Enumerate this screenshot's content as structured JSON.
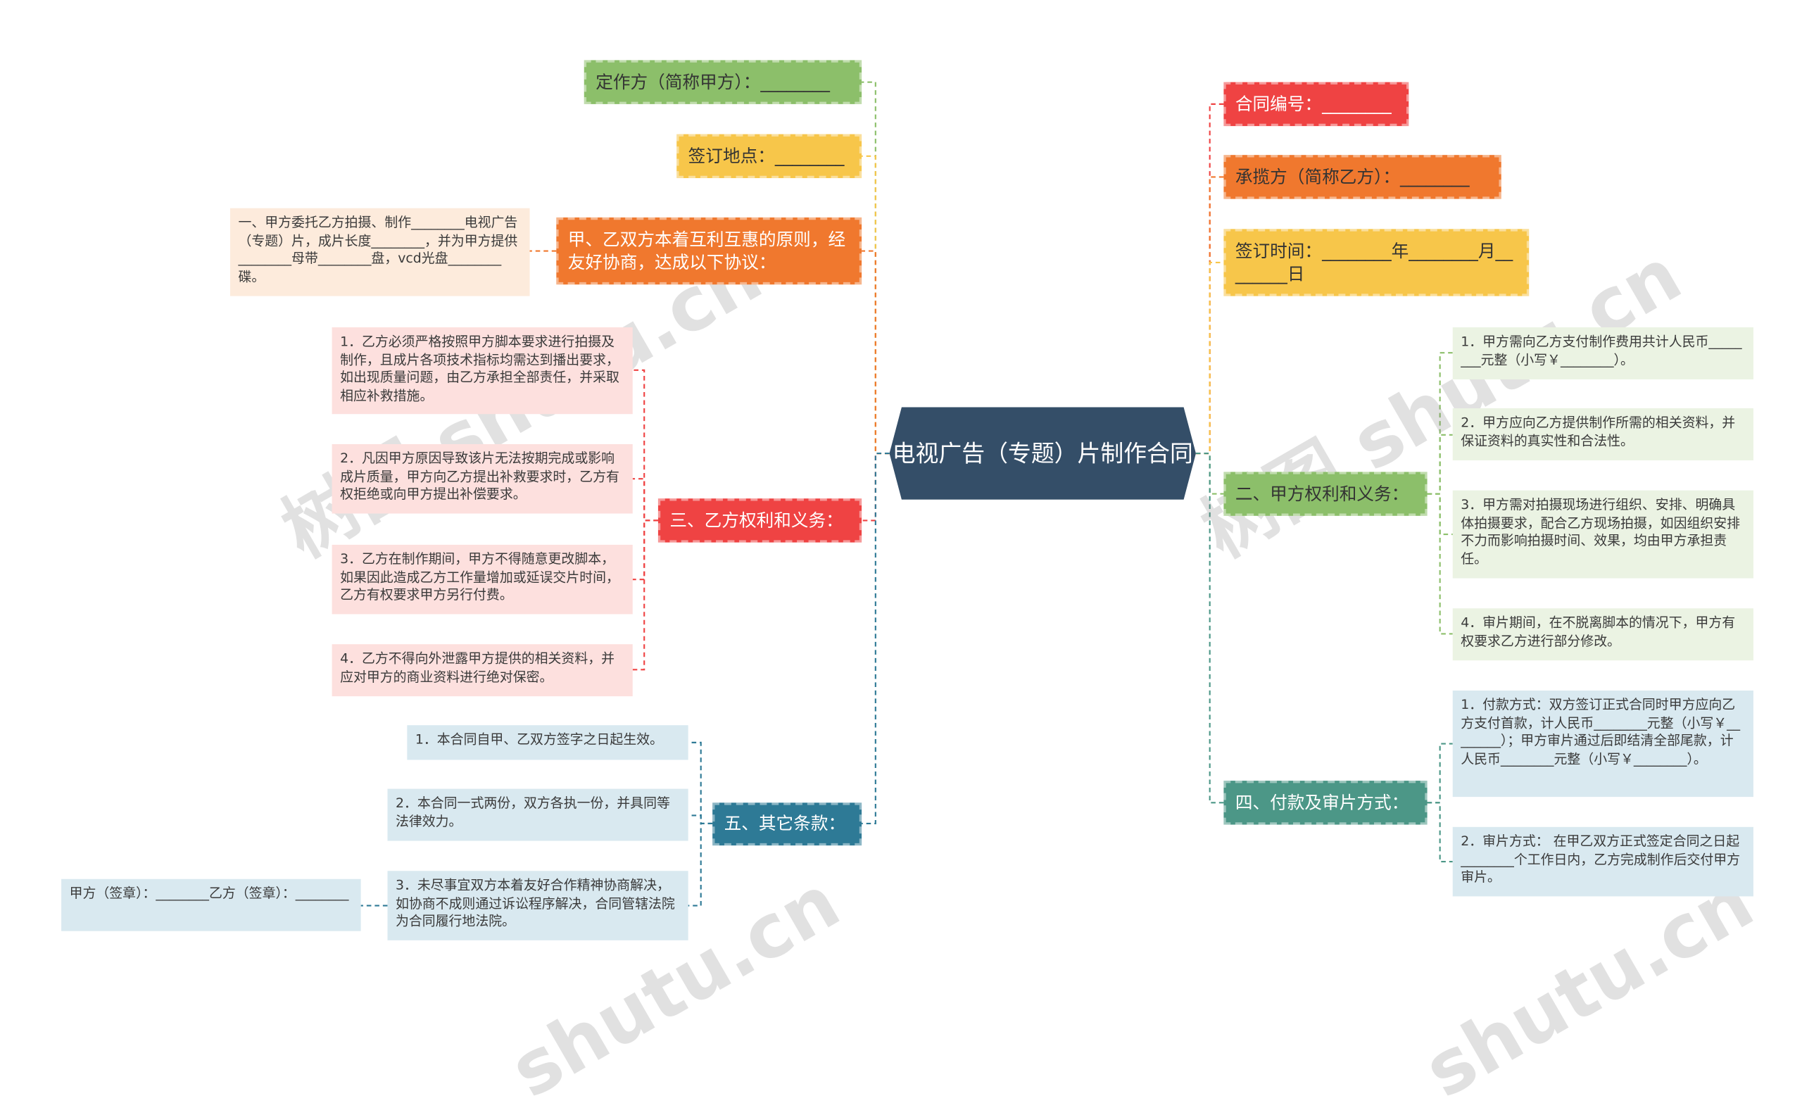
{
  "center": {
    "title": "电视广告（专题）片制作合同"
  },
  "left": {
    "dingzuofang": "定作方（简称甲方）：________",
    "qianding_didian": "签订地点：________",
    "yuanze": "甲、乙双方本着互利互惠的原则，经友好协商，达成以下协议：",
    "yuanze_detail": "一、甲方委托乙方拍摄、制作________电视广告（专题）片，成片长度________，并为甲方提供________母带________盘，vcd光盘________碟。",
    "yifang": {
      "label": "三、乙方权利和义务：",
      "items": [
        "1．乙方必须严格按照甲方脚本要求进行拍摄及制作，且成片各项技术指标均需达到播出要求，如出现质量问题，由乙方承担全部责任，并采取相应补救措施。",
        "2．凡因甲方原因导致该片无法按期完成或影响成片质量，甲方向乙方提出补救要求时，乙方有权拒绝或向甲方提出补偿要求。",
        "3．乙方在制作期间，甲方不得随意更改脚本，如果因此造成乙方工作量增加或延误交片时间，乙方有权要求甲方另行付费。",
        "4．乙方不得向外泄露甲方提供的相关资料，并应对甲方的商业资料进行绝对保密。"
      ]
    },
    "qita": {
      "label": "五、其它条款：",
      "items": [
        "1．本合同自甲、乙双方签字之日起生效。",
        "2．本合同一式两份，双方各执一份，并具同等法律效力。",
        "3．未尽事宜双方本着友好合作精神协商解决，如协商不成则通过诉讼程序解决，合同管辖法院为合同履行地法院。"
      ],
      "sign": "甲方（签章）：________乙方（签章）：________"
    }
  },
  "right": {
    "hetong_bianhao": "合同编号：________",
    "chenglanfang": "承揽方（简称乙方）：________",
    "qianding_shijian": "签订时间：________年________月________日",
    "jiafang": {
      "label": "二、甲方权利和义务：",
      "items": [
        "1．甲方需向乙方支付制作费用共计人民币________元整（小写￥________）。",
        "2．甲方应向乙方提供制作所需的相关资料，并保证资料的真实性和合法性。",
        "3．甲方需对拍摄现场进行组织、安排、明确具体拍摄要求，配合乙方现场拍摄，如因组织安排不力而影响拍摄时间、效果，均由甲方承担责任。",
        "4．审片期间，在不脱离脚本的情况下，甲方有权要求乙方进行部分修改。"
      ]
    },
    "fukuan": {
      "label": "四、付款及审片方式：",
      "items": [
        "1．付款方式：双方签订正式合同时甲方应向乙方支付首款，计人民币________元整（小写￥________）；甲方审片通过后即结清全部尾款，计人民币________元整（小写￥________）。",
        "2．审片方式： 在甲乙双方正式签定合同之日起________个工作日内，乙方完成制作后交付甲方审片。"
      ]
    }
  },
  "watermark": [
    "树图 shutu.cn",
    "树图 shutu.cn",
    "shutu.cn",
    "shutu.cn"
  ],
  "colors": {
    "center": "#344e68",
    "green": "#8cbf6a",
    "yellow": "#f7c64a",
    "orange": "#f0782e",
    "red": "#ef4343",
    "teal": "#2e7a96",
    "sea": "#4c9787",
    "leaf_pink": "#fde0de",
    "leaf_green": "#ebf3e3",
    "leaf_blue": "#d9e9f0",
    "leaf_peach": "#fdebdc"
  }
}
